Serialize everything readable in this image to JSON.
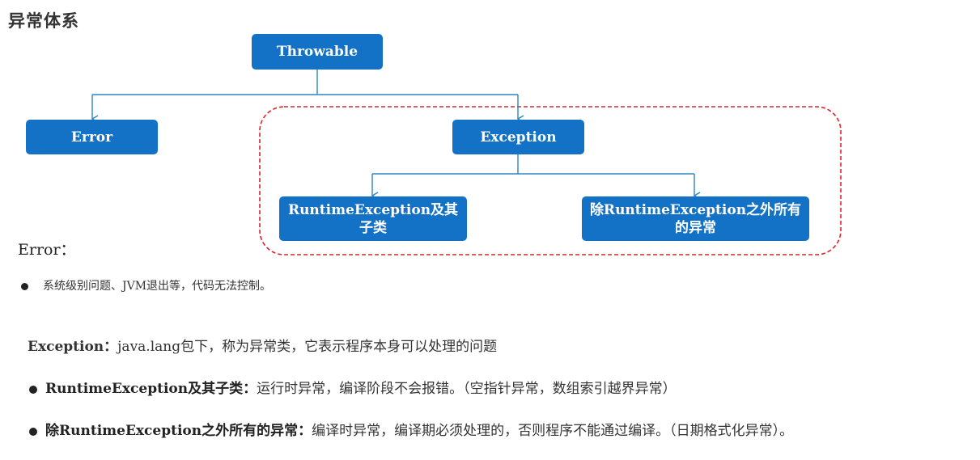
{
  "heading": "异常体系",
  "nodes": {
    "throwable": "Throwable",
    "error": "Error",
    "exception": "Exception",
    "runtime": "RuntimeException及其子类",
    "non_runtime": "除RuntimeException之外所有的异常"
  },
  "error_section": {
    "title": "Error：",
    "bullet": "系统级别问题、JVM退出等，代码无法控制。"
  },
  "exception_section": {
    "label": "Exception：",
    "text": "java.lang包下，称为异常类，它表示程序本身可以处理的问题"
  },
  "bullets": [
    {
      "label": "RuntimeException及其子类：",
      "text": "运行时异常，编译阶段不会报错。（空指针异常，数组索引越界异常）"
    },
    {
      "label": "除RuntimeException之外所有的异常：",
      "text": "编译时异常，编译期必须处理的，否则程序不能通过编译。（日期格式化异常）。"
    }
  ],
  "colors": {
    "node_fill": "#1371c6",
    "connector": "#2e86c1",
    "highlight_border": "#e0202a"
  }
}
